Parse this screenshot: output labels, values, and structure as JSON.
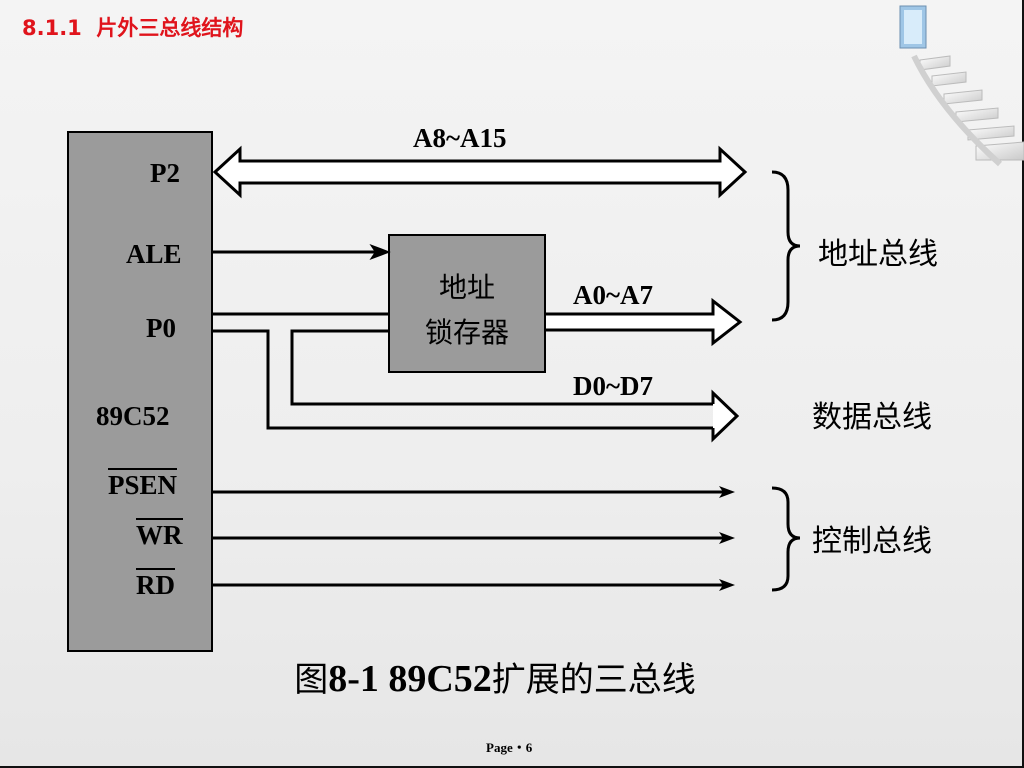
{
  "slide": {
    "title": "8.1.1  片外三总线结构",
    "page": "Page・6"
  },
  "chip": {
    "name": "89C52",
    "pins": {
      "p2": "P2",
      "ale": "ALE",
      "p0": "P0",
      "psen": "PSEN",
      "wr": "WR",
      "rd": "RD"
    }
  },
  "latch": {
    "line1": "地址",
    "line2": "锁存器"
  },
  "buses": {
    "high_addr": "A8~A15",
    "low_addr": "A0~A7",
    "data": "D0~D7"
  },
  "groups": {
    "address": "地址总线",
    "data": "数据总线",
    "control": "控制总线"
  },
  "caption": {
    "prefix": "图",
    "number": "8-1  89C52",
    "suffix": "扩展的三总线"
  },
  "colors": {
    "title": "#e0141c",
    "block_fill": "#9b9b9b"
  }
}
